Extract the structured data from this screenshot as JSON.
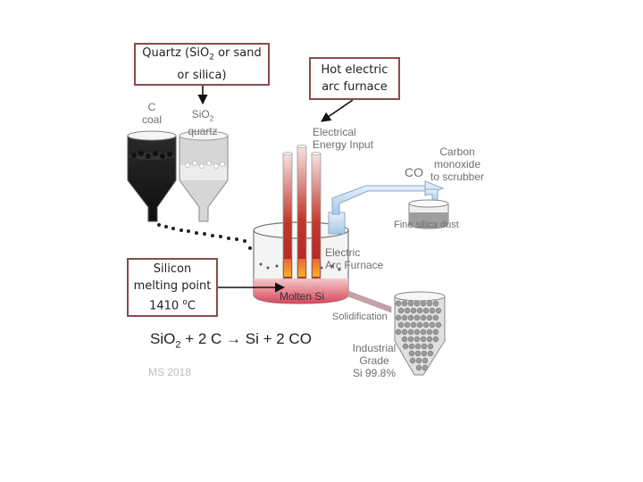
{
  "callouts": {
    "quartz": {
      "pre": "Quartz (SiO",
      "sub": "2",
      "post": " or sand",
      "line2": "or silica)"
    },
    "furnace": {
      "line1": "Hot electric",
      "line2": "arc furnace"
    },
    "melting": {
      "line1": "Silicon",
      "line2": "melting point",
      "line3_pre": "1410 ",
      "line3_sup": "o",
      "line3_post": "C"
    }
  },
  "labels": {
    "coal_symbol": "C",
    "coal_name": "coal",
    "quartz_symbol_pre": "SiO",
    "quartz_symbol_sub": "2",
    "quartz_name": "quartz",
    "energy_line1": "Electrical",
    "energy_line2": "Energy Input",
    "carbon_line1": "Carbon",
    "carbon_line2": "monoxide",
    "carbon_line3": "to scrubber",
    "co": "CO",
    "dust": "Fine silica dust",
    "furnace_line1": "Electric",
    "furnace_line2": "Arc Furnace",
    "molten": "Molten Si",
    "solid": "Solidification",
    "grade_line1": "Industrial",
    "grade_line2": "Grade",
    "grade_line3": "Si 99.8%"
  },
  "equation": {
    "a": "SiO",
    "a_sub": "2",
    "b": " + 2 C → Si + 2 CO"
  },
  "watermark": "MS 2018",
  "colors": {
    "callout_border": "#8b4a4a",
    "label_gray": "#6f6f6f",
    "electrode_red": "#c0392b",
    "electrode_glow": "#f5a623",
    "pipe_blue": "#a7c7e7",
    "coal_black": "#1e1e1e"
  }
}
